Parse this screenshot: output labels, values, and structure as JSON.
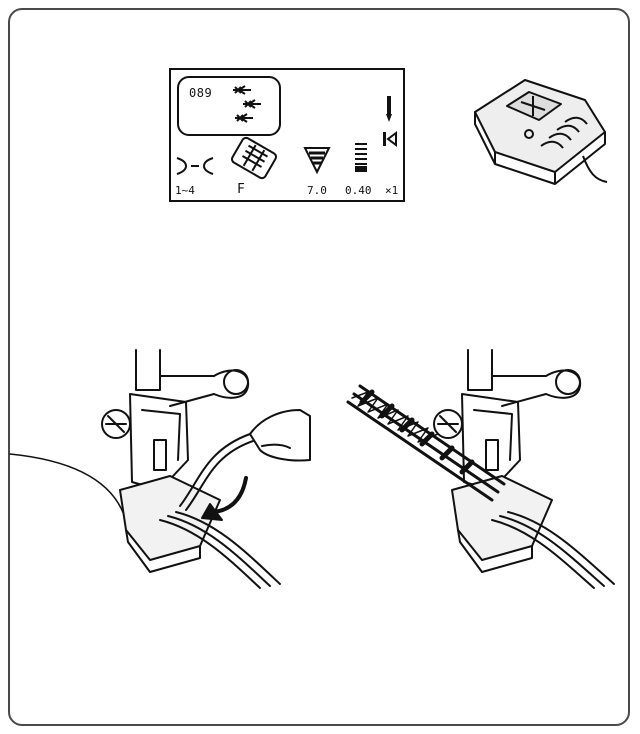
{
  "lcd": {
    "pattern_number": "089",
    "auto_lock": "1~4",
    "foot": "F",
    "stitch_width": "7.0",
    "stitch_length": "0.40",
    "count": "×1"
  },
  "colors": {
    "line": "#1a1a1a",
    "frame": "#4a4a4a",
    "background": "#ffffff"
  },
  "icons": [
    "pattern-icon",
    "needle-icon",
    "reverse-icon",
    "tension-icon",
    "presser-foot-icon",
    "width-icon",
    "length-icon"
  ]
}
